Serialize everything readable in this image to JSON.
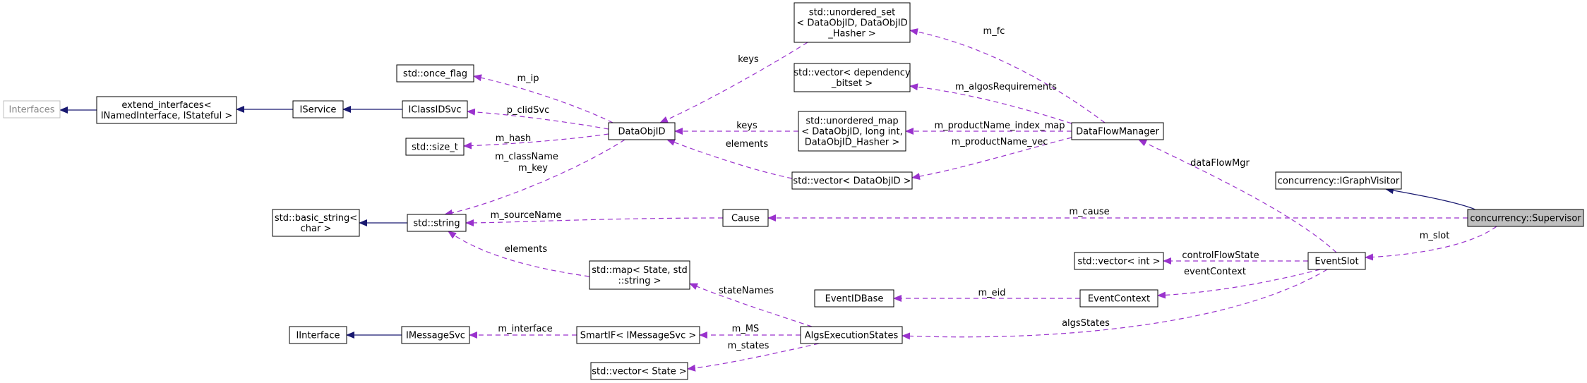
{
  "colors": {
    "composition_edge": "#9a32cd",
    "inheritance_edge": "#191970",
    "root_fill": "#bfbfbf",
    "external_border": "#bfbfbf"
  },
  "nodes": {
    "interfaces": [
      "Interfaces"
    ],
    "extend_interfaces": [
      "extend_interfaces<",
      "INamedInterface, IStateful >"
    ],
    "iservice": [
      "IService"
    ],
    "iclassidsvc": [
      "IClassIDSvc"
    ],
    "once_flag": [
      "std::once_flag"
    ],
    "size_t": [
      "std::size_t"
    ],
    "dataobjid": [
      "DataObjID"
    ],
    "basic_string": [
      "std::basic_string<",
      "char >"
    ],
    "string": [
      "std::string"
    ],
    "cause": [
      "Cause"
    ],
    "unordered_set": [
      "std::unordered_set",
      "< DataObjID, DataObjID",
      "_Hasher >"
    ],
    "vector_dependency": [
      "std::vector< dependency",
      "_bitset >"
    ],
    "unordered_map": [
      "std::unordered_map",
      "< DataObjID, long int,",
      "DataObjID_Hasher >"
    ],
    "vector_dataobjid": [
      "std::vector< DataObjID >"
    ],
    "dataflowmanager": [
      "DataFlowManager"
    ],
    "igraphvisitor": [
      "concurrency::IGraphVisitor"
    ],
    "supervisor": [
      "concurrency::Supervisor"
    ],
    "vector_int": [
      "std::vector< int >"
    ],
    "eventslot": [
      "EventSlot"
    ],
    "eventidbase": [
      "EventIDBase"
    ],
    "eventcontext": [
      "EventContext"
    ],
    "map_state": [
      "std::map< State, std",
      "::string >"
    ],
    "iinterface": [
      "IInterface"
    ],
    "imessagesvc": [
      "IMessageSvc"
    ],
    "smartif": [
      "SmartIF< IMessageSvc >"
    ],
    "algsexecutionstates": [
      "AlgsExecutionStates"
    ],
    "vector_state": [
      "std::vector< State >"
    ]
  },
  "edge_labels": {
    "m_ip": "m_ip",
    "p_clidsvc": "p_clidSvc",
    "m_hash": "m_hash",
    "m_classname": "m_className",
    "m_key": "m_key",
    "keys_set": "keys",
    "m_fc": "m_fc",
    "m_algosrequirements": "m_algosRequirements",
    "keys_map": "keys",
    "m_productname_index_map": "m_productName_index_map",
    "elements_vec": "elements",
    "m_productname_vec": "m_productName_vec",
    "dataflowmgr": "dataFlowMgr",
    "m_sourcename": "m_sourceName",
    "m_cause": "m_cause",
    "m_slot": "m_slot",
    "controlflowstate": "controlFlowState",
    "eventcontext": "eventContext",
    "m_eid": "m_eid",
    "elements_map": "elements",
    "statenames": "stateNames",
    "algsstates": "algsStates",
    "m_interface": "m_interface",
    "m_ms": "m_MS",
    "m_states": "m_states"
  }
}
